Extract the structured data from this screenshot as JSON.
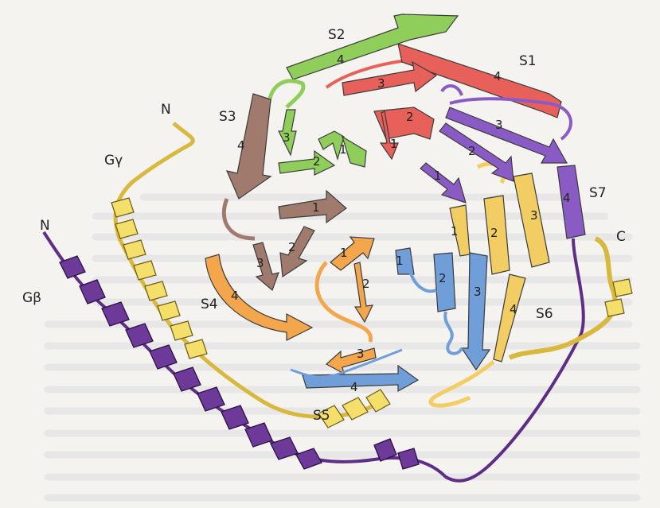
{
  "colors": {
    "paper": "#f4f3ef",
    "S1": "#e8605a",
    "S2": "#8fce5a",
    "S3": "#a17a6e",
    "S4": "#f3a64b",
    "S5": "#6f9ed8",
    "S6": "#f2cd63",
    "S7": "#8a5bc4",
    "G_gamma": "#f4df6a",
    "G_beta": "#5e2d86",
    "outline": "#3b3b3b"
  },
  "labels": {
    "S1": "S1",
    "S2": "S2",
    "S3": "S3",
    "S4": "S4",
    "S5": "S5",
    "S6": "S6",
    "S7": "S7",
    "g_gamma": "Gγ",
    "g_beta": "Gβ",
    "n_gamma": "N",
    "n_beta": "N",
    "c_term": "C"
  },
  "strand_numbers": {
    "s1_1": "1",
    "s1_2": "2",
    "s1_3": "3",
    "s1_4": "4",
    "s2_1": "1",
    "s2_2": "2",
    "s2_3": "3",
    "s2_4": "4",
    "s3_1": "1",
    "s3_2": "2",
    "s3_3": "3",
    "s3_4": "4",
    "s4_1": "1",
    "s4_2": "2",
    "s4_3": "3",
    "s4_4": "4",
    "s5_1": "1",
    "s5_2": "2",
    "s5_3": "3",
    "s5_4": "4",
    "s6_1": "1",
    "s6_2": "2",
    "s6_3": "3",
    "s6_4": "4",
    "s7_1": "1",
    "s7_2": "2",
    "s7_3": "3",
    "s7_4": "4"
  },
  "icons": {
    "g_gamma_helix": "helix-ribbon-icon",
    "g_beta_helix": "helix-ribbon-icon"
  }
}
